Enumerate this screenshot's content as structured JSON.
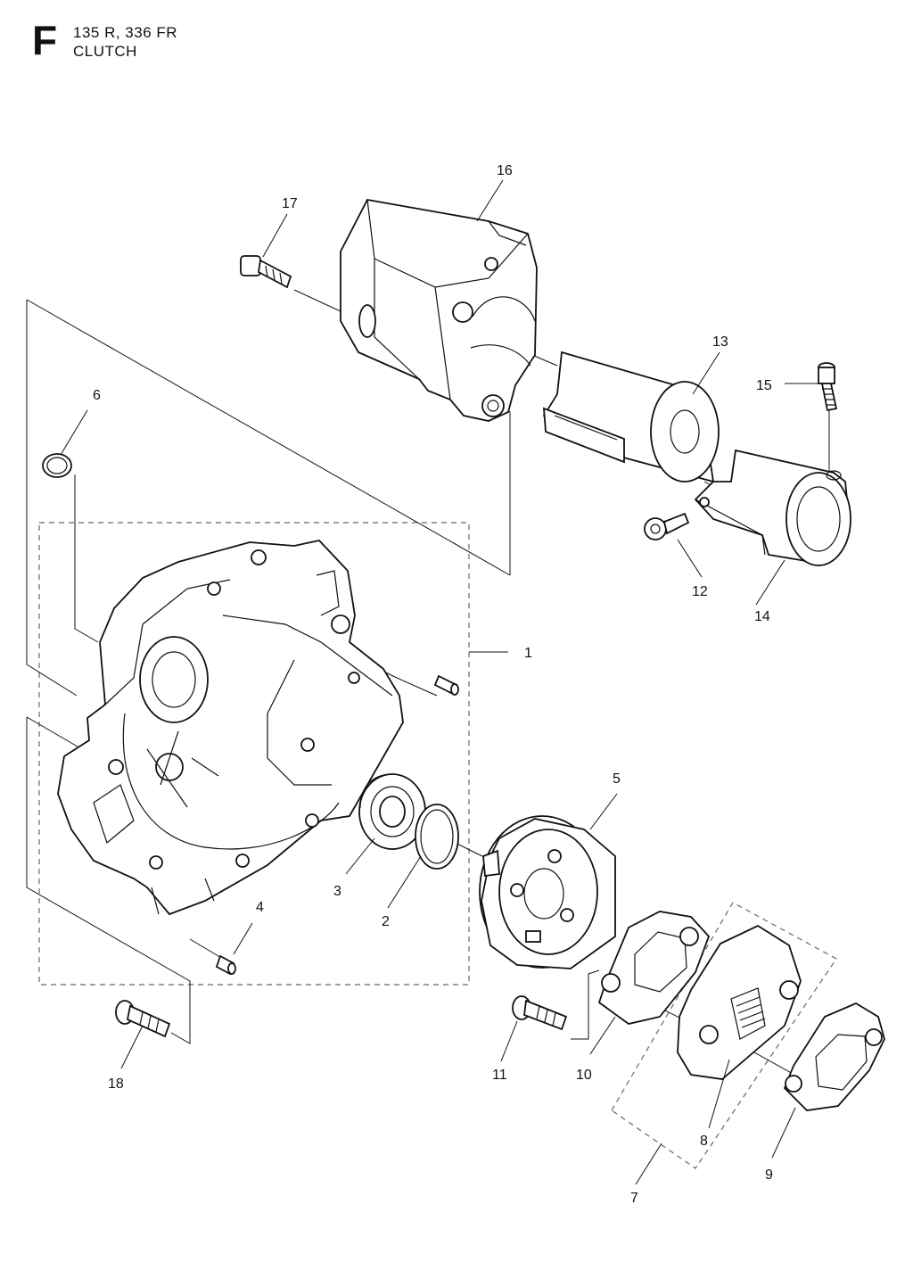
{
  "header": {
    "section_letter": "F",
    "models": "135 R, 336 FR",
    "title": "CLUTCH"
  },
  "callouts": [
    "1",
    "2",
    "3",
    "4",
    "5",
    "6",
    "7",
    "8",
    "9",
    "10",
    "11",
    "12",
    "13",
    "14",
    "15",
    "16",
    "17",
    "18"
  ]
}
